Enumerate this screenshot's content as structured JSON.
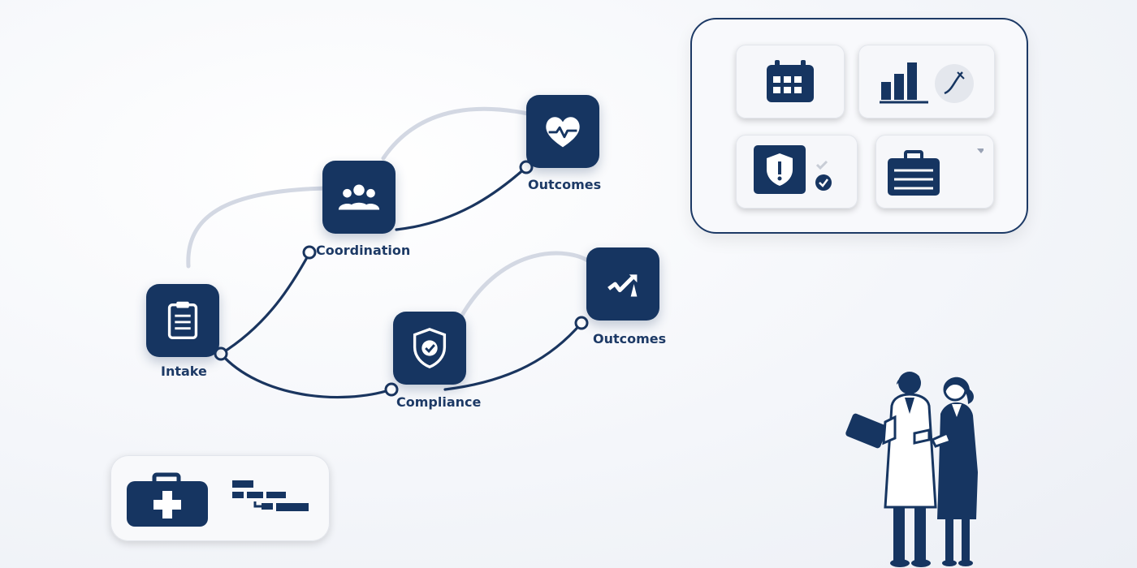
{
  "flow": {
    "nodes": [
      {
        "id": "intake",
        "label": "Intake",
        "icon": "clipboard-icon"
      },
      {
        "id": "coordination",
        "label": "Coordination",
        "icon": "team-icon"
      },
      {
        "id": "outcomes_top",
        "label": "Outcomes",
        "icon": "heart-pulse-icon"
      },
      {
        "id": "compliance",
        "label": "Compliance",
        "icon": "shield-check-icon"
      },
      {
        "id": "outcomes_bottom",
        "label": "Outcomes",
        "icon": "trend-chart-icon"
      }
    ]
  },
  "dashboard_panel": {
    "tiles": [
      {
        "icon": "calendar-icon"
      },
      {
        "icon": "bar-chart-icon"
      },
      {
        "icon": "alert-shield-icon"
      },
      {
        "icon": "briefcase-icon"
      }
    ]
  },
  "kit_card": {
    "icons": [
      "medical-kit-icon",
      "gantt-chart-icon"
    ]
  },
  "illustration": {
    "subject": "doctor-and-colleague-with-tablet"
  },
  "colors": {
    "navy": "#163561",
    "line_light": "#d6dbe6",
    "background": "#f4f6fa"
  }
}
